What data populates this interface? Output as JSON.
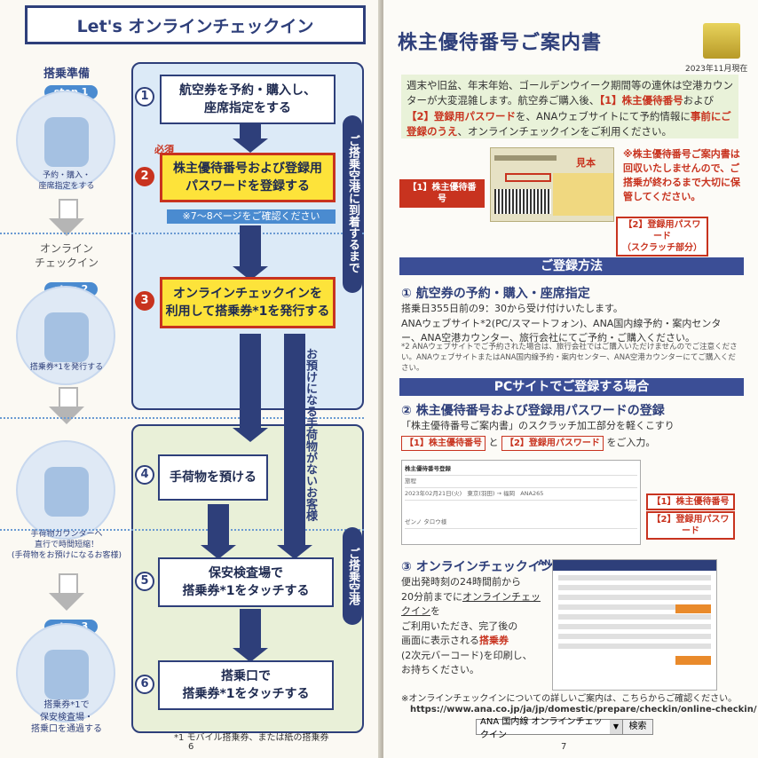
{
  "left_page": {
    "title": "Let's オンラインチェックイン",
    "section_prep": "搭乗準備",
    "step1": {
      "pill": "step 1",
      "caption": "予約・購入・\n座席指定をする"
    },
    "online_checkin": "オンライン\nチェックイン",
    "step2": {
      "pill": "step 2",
      "caption": "搭乗券*1を発行する"
    },
    "baggage_caption": "手荷物カウンターへ\n直行で時間短縮！\n(手荷物をお預けになるお客様)",
    "step3": {
      "pill": "step 3",
      "caption": "搭乗券*1で\n保安検査場・\n搭乗口を通過する"
    },
    "must_label": "必須",
    "box1": "航空券を予約・購入し、\n座席指定をする",
    "box2": "株主優待番号および登録用\nパスワードを登録する",
    "note_blue": "※7～8ページをご確認ください",
    "box3": "オンラインチェックインを\n利用して搭乗券*1を発行する",
    "box4": "手荷物を預ける",
    "box5": "保安検査場で\n搭乗券*1をタッチする",
    "box6": "搭乗口で\n搭乗券*1をタッチする",
    "vbar_top": "ご搭乗空港に到着するまで",
    "vbar_bottom": "ご搭乗空港",
    "vtext_nobag": "お預けになる手荷物がないお客様",
    "footnote": "*1 モバイル搭乗券、または紙の搭乗券",
    "page_number": "6",
    "numbers": [
      "1",
      "2",
      "3",
      "4",
      "5",
      "6"
    ]
  },
  "right_page": {
    "title": "株主優待番号ご案内書",
    "date": "2023年11月現在",
    "intro_1": "週末や旧盆、年末年始、ゴールデンウイーク期間等の連休は空港カウンターが大変混雑します。航空券ご購入後、",
    "intro_red_1": "【1】株主優待番号",
    "intro_2": "および",
    "intro_red_2": "【2】登録用パスワード",
    "intro_3": "を、ANAウェブサイトにて予約情報に",
    "intro_red_3": "事前にご登録のうえ",
    "intro_4": "、オンラインチェックインをご利用ください。",
    "ticket_stamp": "見本",
    "tag1": "【1】株主優待番号",
    "tag2": "【2】登録用パスワード\n（スクラッチ部分）",
    "warning": "※株主優待番号ご案内書は回収いたしませんので、ご搭乗が終わるまで大切に保管してください。",
    "sec_register": "ご登録方法",
    "h1": "① 航空券の予約・購入・座席指定",
    "p1": "搭乗日355日前の9：30から受け付けいたします。\nANAウェブサイト*2(PC/スマートフォン)、ANA国内線予約・案内センター、ANA空港カウンター、旅行会社にてご予約・ご購入ください。",
    "note2": "*2 ANAウェブサイトでご予約された場合は、旅行会社ではご購入いただけませんのでご注意ください。ANAウェブサイトまたはANA国内線予約・案内センター、ANA空港カウンターにてご購入ください。",
    "sec_pc": "PCサイトでご登録する場合",
    "h2": "② 株主優待番号および登録用パスワードの登録",
    "p2a": "「株主優待番号ご案内書」のスクラッチ加工部分を軽くこすり",
    "p2_tag1": "【1】株主優待番号",
    "p2_and": "と",
    "p2_tag2": "【2】登録用パスワード",
    "p2b": "をご入力。",
    "form_title": "株主優待番号登録",
    "form_section": "旅程",
    "form_date": "2023年02月21日(火)",
    "form_route": "東京(羽田) → 福岡",
    "form_flight": "ANA265",
    "form_name": "ゼンノ タロウ様",
    "form_tag1": "【1】株主優待番号",
    "form_tag2": "【2】登録用パスワード",
    "h3": "③ オンラインチェックイン",
    "p3a": "便出発時刻の24時間前から\n20分前までに",
    "p3_link": "オンラインチェックイン",
    "p3b": "を\nご利用いただき、完了後の\n画面に表示される",
    "p3_red": "搭乗券",
    "p3c": "\n(2次元バーコード)を印刷し、\nお持ちください。",
    "ana_label": "ANA",
    "footer_note": "※オンラインチェックインについての詳しいご案内は、こちらからご確認ください。",
    "url": "https://www.ana.co.jp/ja/jp/domestic/prepare/checkin/online-checkin/",
    "search_text": "ANA 国内線 オンラインチェックイン",
    "search_button": "検索",
    "page_number": "7"
  },
  "colors": {
    "navy": "#2e3f7a",
    "red": "#c8331f",
    "yellow": "#fde33a",
    "blue_bg": "#dceaf7",
    "green_bg": "#e9f0d8"
  }
}
